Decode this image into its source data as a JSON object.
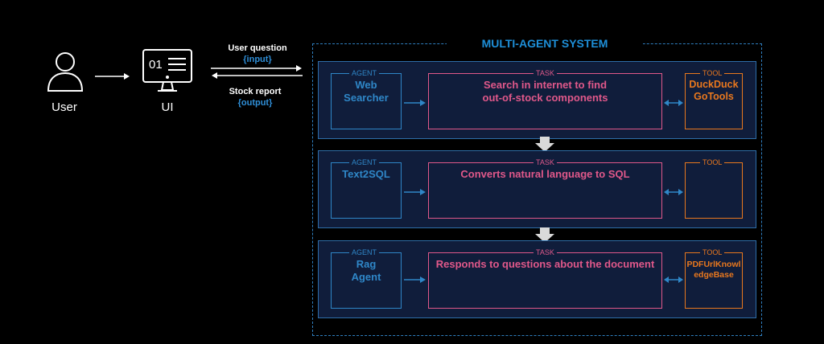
{
  "user": {
    "label": "User"
  },
  "ui": {
    "label": "UI"
  },
  "io": {
    "question": "User question",
    "input": "{input}",
    "report": "Stock report",
    "output": "{output}"
  },
  "system": {
    "title": "MULTI-AGENT SYSTEM"
  },
  "tags": {
    "agent": "AGENT",
    "task": "TASK",
    "tool": "TOOL"
  },
  "rows": [
    {
      "agent": [
        "Web",
        "Searcher"
      ],
      "task": [
        "Search in internet to find",
        "out-of-stock components"
      ],
      "tool": [
        "DuckDuck",
        "GoTools"
      ]
    },
    {
      "agent": [
        "Text2SQL"
      ],
      "task": [
        "Converts natural language to SQL"
      ],
      "tool": []
    },
    {
      "agent": [
        "Rag",
        "Agent"
      ],
      "task": [
        "Responds to questions about the document"
      ],
      "tool": [
        "PDFUrlKnowl",
        "edgeBase"
      ]
    }
  ],
  "colors": {
    "agent": "#2f87c8",
    "task": "#e0588a",
    "tool": "#e9781e",
    "panel": "#101d3b"
  }
}
